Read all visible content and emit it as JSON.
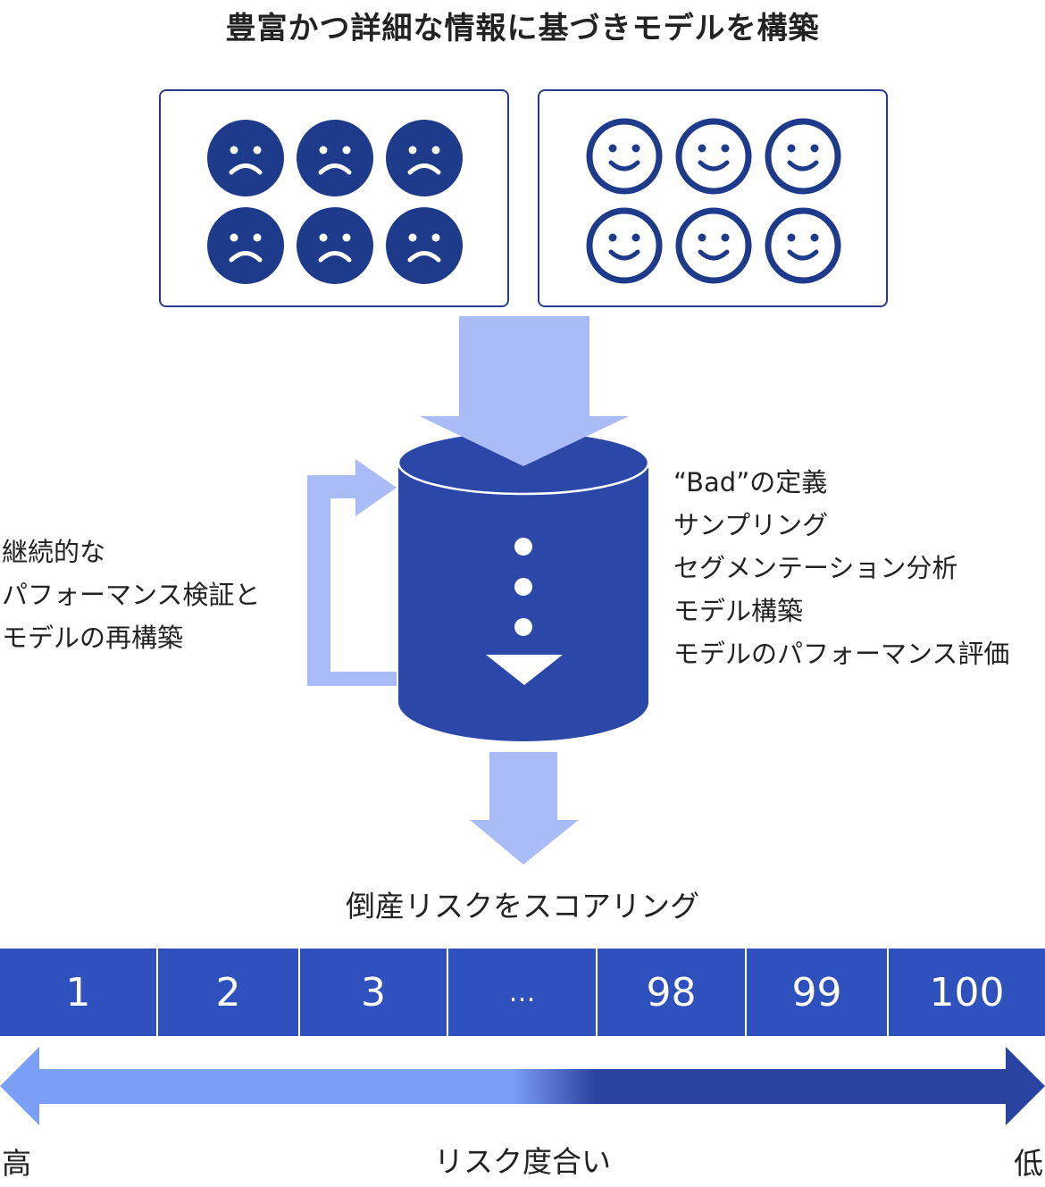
{
  "title": "豊富かつ詳細な情報に基づきモデルを構築",
  "panels": {
    "bad_faces_icon": "sad-face-icon",
    "good_faces_icon": "smiley-face-icon"
  },
  "loop_note": [
    "継続的な",
    "パフォーマンス検証と",
    "モデルの再構築"
  ],
  "steps": [
    "“Bad”の定義",
    "サンプリング",
    "セグメンテーション分析",
    "モデル構築",
    "モデルのパフォーマンス評価"
  ],
  "scoring_label": "倒産リスクをスコアリング",
  "score_cells": [
    "1",
    "2",
    "3",
    "…",
    "98",
    "99",
    "100"
  ],
  "scale": {
    "left": "高",
    "center": "リスク度合い",
    "right": "低"
  },
  "colors": {
    "navy": "#1e3a8a",
    "cylinder": "#2b48a8",
    "light_arrow": "#aabcf7",
    "score_bar": "#2f51bd",
    "gradient_light": "#7b9ff7",
    "gradient_dark": "#2b43a0"
  }
}
